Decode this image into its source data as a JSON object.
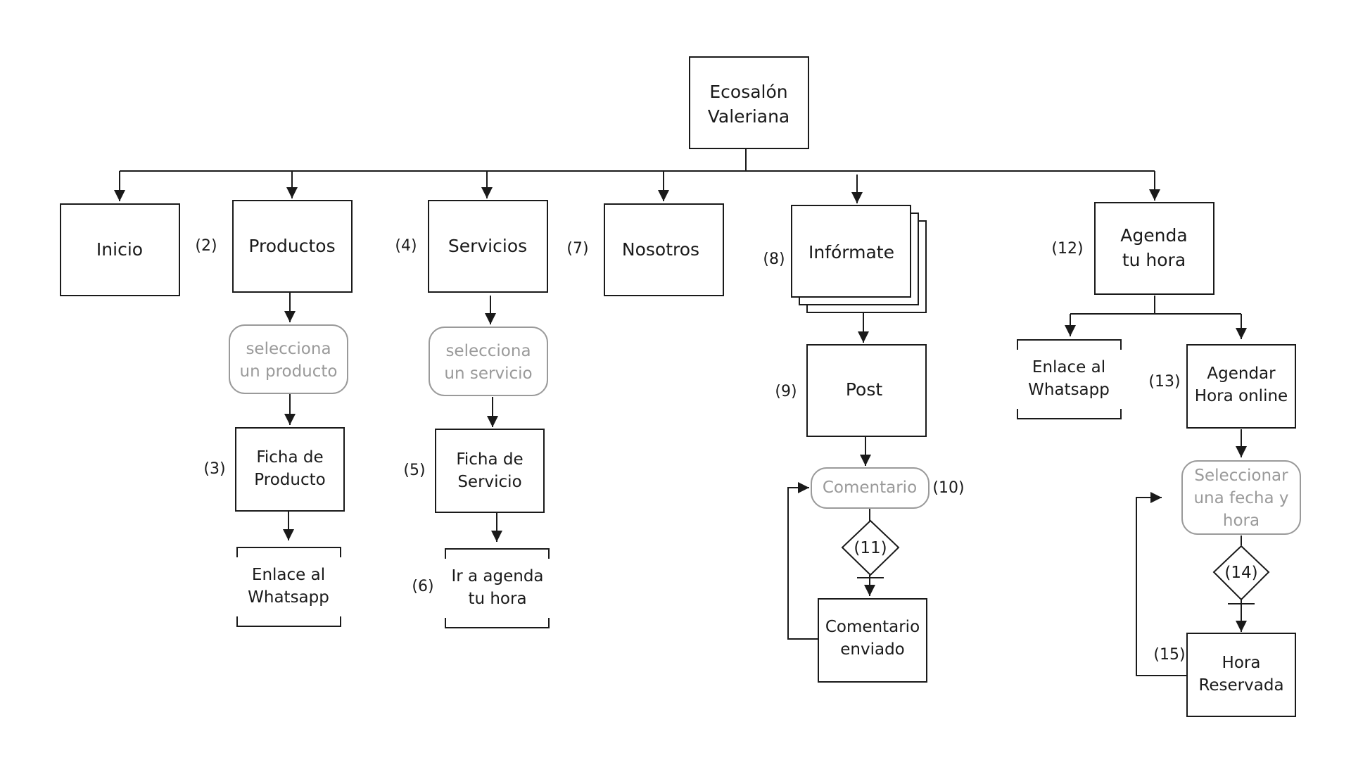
{
  "root": {
    "line1": "Ecosalón",
    "line2": "Valeriana"
  },
  "nav": {
    "inicio": "Inicio",
    "productos": "Productos",
    "servicios": "Servicios",
    "nosotros": "Nosotros",
    "informate": "Infórmate",
    "agenda_line1": "Agenda",
    "agenda_line2": "tu hora"
  },
  "productos_branch": {
    "step_line1": "selecciona",
    "step_line2": "un producto",
    "ficha_line1": "Ficha de",
    "ficha_line2": "Producto",
    "link_line1": "Enlace al",
    "link_line2": "Whatsapp"
  },
  "servicios_branch": {
    "step_line1": "selecciona",
    "step_line2": "un servicio",
    "ficha_line1": "Ficha de",
    "ficha_line2": "Servicio",
    "link_line1": "Ir a agenda",
    "link_line2": "tu hora"
  },
  "informate_branch": {
    "post": "Post",
    "comentario": "Comentario",
    "decision": "(11)",
    "enviado_line1": "Comentario",
    "enviado_line2": "enviado"
  },
  "agenda_branch": {
    "link_line1": "Enlace al",
    "link_line2": "Whatsapp",
    "online_line1": "Agendar",
    "online_line2": "Hora online",
    "select_line1": "Seleccionar",
    "select_line2": "una fecha y",
    "select_line3": "hora",
    "decision": "(14)",
    "reservada_line1": "Hora",
    "reservada_line2": "Reservada"
  },
  "numbers": {
    "n2": "(2)",
    "n3": "(3)",
    "n4": "(4)",
    "n5": "(5)",
    "n6": "(6)",
    "n7": "(7)",
    "n8": "(8)",
    "n9": "(9)",
    "n10": "(10)",
    "n12": "(12)",
    "n13": "(13)",
    "n15": "(15)"
  },
  "colors": {
    "stroke": "#1a1a1a",
    "muted": "#9a9a9a",
    "background": "#ffffff"
  }
}
